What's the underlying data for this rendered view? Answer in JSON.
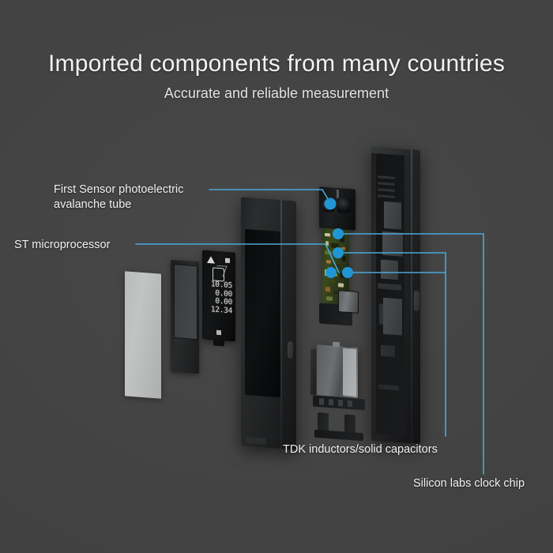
{
  "header": {
    "title": "Imported components from many countries",
    "subtitle": "Accurate and reliable measurement"
  },
  "callouts": [
    {
      "id": "sensor",
      "label": "First Sensor photoelectric\navalanche tube"
    },
    {
      "id": "st",
      "label": "ST microprocessor"
    },
    {
      "id": "tdk",
      "label": "TDK inductors/solid capacitors"
    },
    {
      "id": "silicon",
      "label": "Silicon labs clock chip"
    }
  ],
  "lcd": {
    "rows": [
      "10.05",
      "0.00",
      "0.00",
      "12.34"
    ],
    "icons": [
      "triangle-icon",
      "square-icon",
      "cube-icon",
      "battery-square-icon"
    ]
  },
  "colors": {
    "background": "#434343",
    "accent": "#2196d4",
    "callout_line": "#4aa8d8",
    "title_text": "#f2f2f2",
    "pcb_green": "#3a4a1d",
    "plate_silver": "#bdbfbf"
  },
  "parts": [
    {
      "name": "front-glass-plate"
    },
    {
      "name": "display-bezel-frame"
    },
    {
      "name": "lcd-display-module"
    },
    {
      "name": "main-body-housing"
    },
    {
      "name": "photoelectric-sensor-module"
    },
    {
      "name": "pcb-circuit-board"
    },
    {
      "name": "usb-connector"
    },
    {
      "name": "battery-pack"
    },
    {
      "name": "contact-prongs"
    },
    {
      "name": "rear-shell-housing"
    }
  ]
}
